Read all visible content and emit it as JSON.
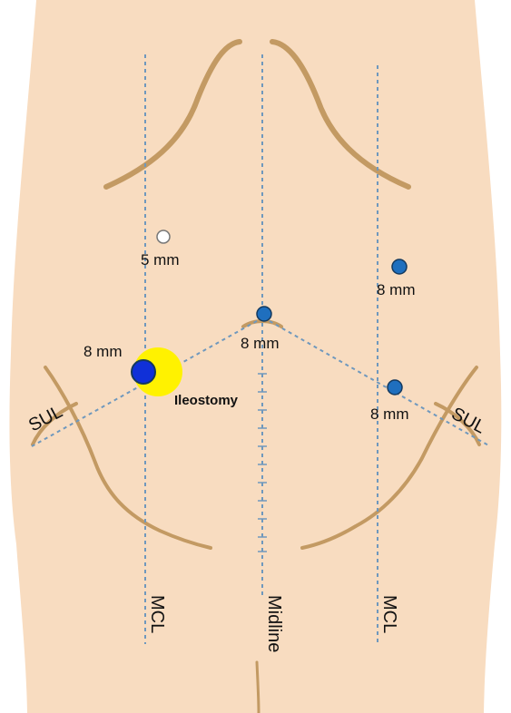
{
  "colors": {
    "skin": "#f8dcc0",
    "skin_line": "#c39a63",
    "guide": "#6f98bd",
    "port_fill": "#1f6fbe",
    "port_stroke": "#14395e",
    "ileostomy_ring": "#fff200",
    "ileostomy_port": "#1030d8",
    "camera_port": "#ffffff"
  },
  "ports": [
    {
      "name": "upper-left-port",
      "label": "5 mm",
      "kind": "5mm"
    },
    {
      "name": "upper-right-port",
      "label": "8 mm",
      "kind": "8mm"
    },
    {
      "name": "umbilical-port",
      "label": "8 mm",
      "kind": "8mm"
    },
    {
      "name": "ileostomy-port",
      "label": "8 mm",
      "kind": "ileostomy"
    },
    {
      "name": "lower-right-port",
      "label": "8 mm",
      "kind": "8mm"
    }
  ],
  "labels": {
    "ileostomy": "Ileostomy",
    "sul_left": "SUL",
    "sul_right": "SUL",
    "mcl_left": "MCL",
    "midline": "Midline",
    "mcl_right": "MCL"
  }
}
